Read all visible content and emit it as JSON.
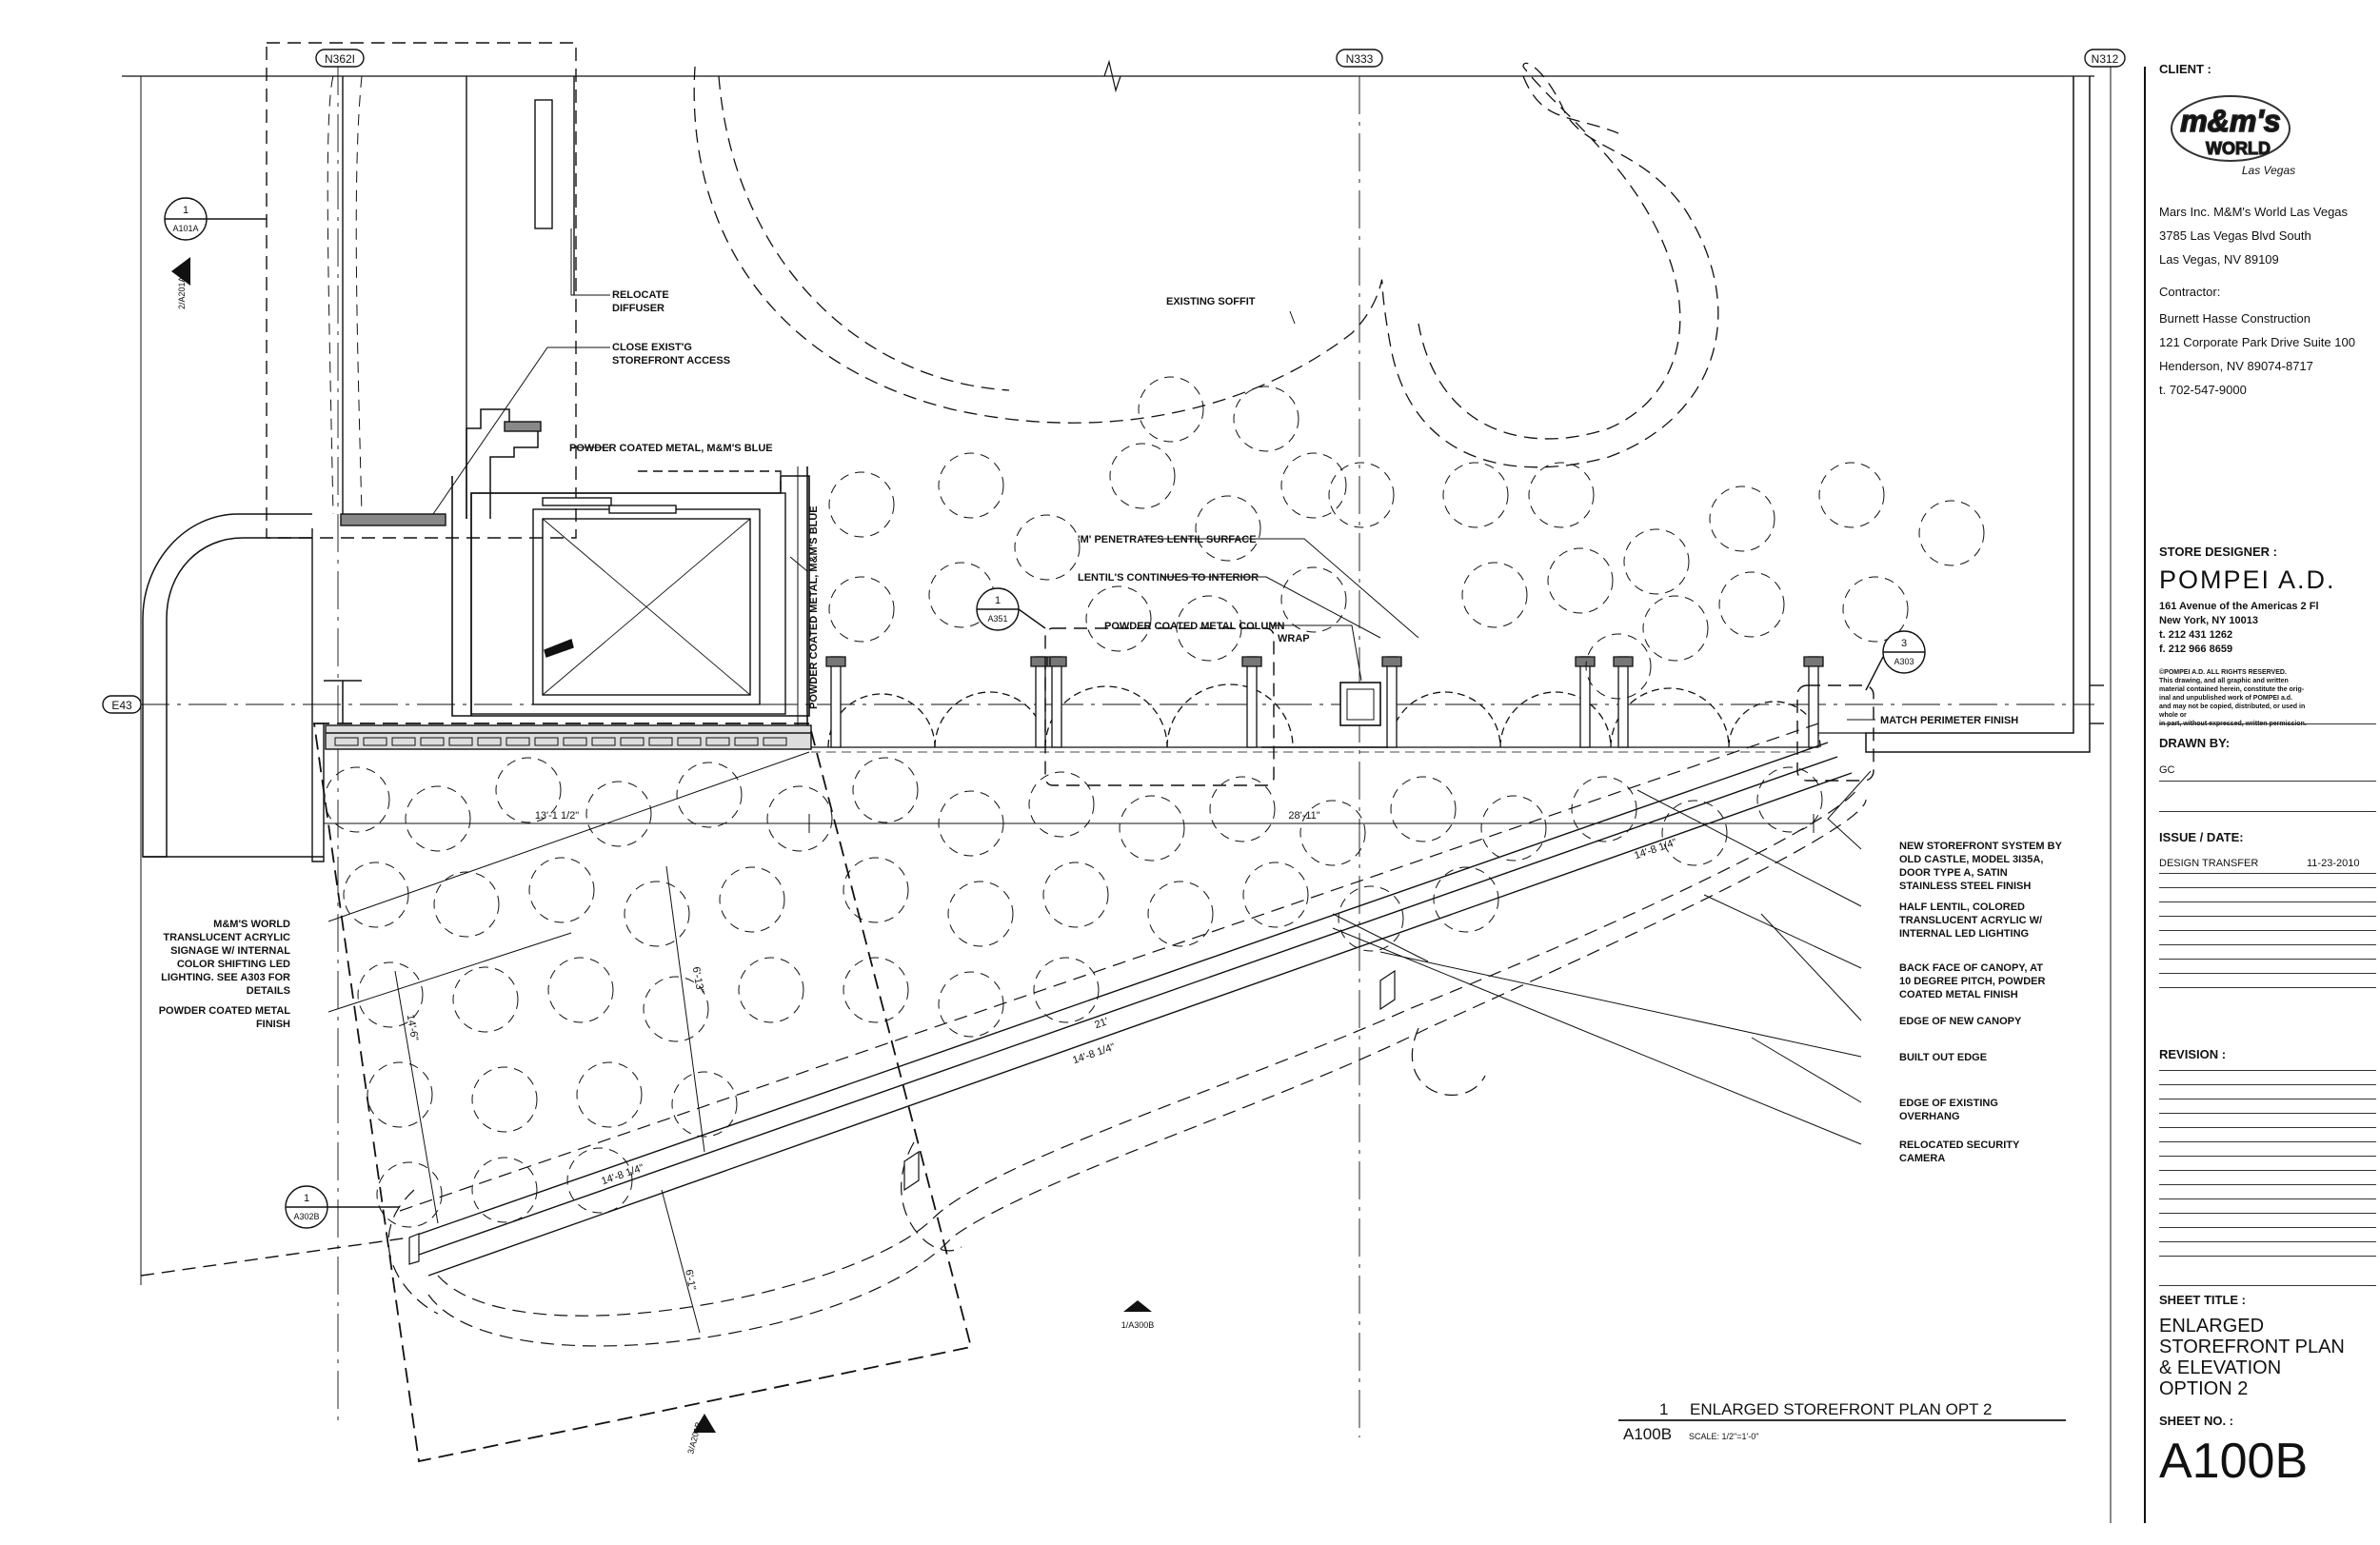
{
  "grid": {
    "a": "N362I",
    "b": "N333",
    "c": "N312",
    "row": "E43"
  },
  "callouts": [
    {
      "num": "1",
      "ref": "A101A"
    },
    {
      "num": "1",
      "ref": "A351"
    },
    {
      "num": "3",
      "ref": "A303"
    },
    {
      "num": "1",
      "ref": "A302B"
    }
  ],
  "section_marks": {
    "left": "2/A201A",
    "bottom": "1/A300B",
    "diag": "3/A201B"
  },
  "notes": {
    "relocate_diffuser": [
      "RELOCATE",
      "DIFFUSER"
    ],
    "close_storefront": [
      "CLOSE EXIST'G",
      "STOREFRONT ACCESS"
    ],
    "powder_blue": [
      "POWDER COATED METAL, M&M'S BLUE"
    ],
    "existing_soffit": [
      "EXISTING SOFFIT"
    ],
    "penetrates": [
      "'M' PENETRATES LENTIL SURFACE"
    ],
    "lentil_continues": [
      "LENTIL'S CONTINUES TO INTERIOR"
    ],
    "column": [
      "POWDER COATED METAL COLUMN",
      "WRAP"
    ],
    "match_perimeter": [
      "MATCH PERIMETER FINISH"
    ],
    "vertical_blue": "POWDER COATED METAL, M&M'S BLUE",
    "signage": [
      "M&M'S WORLD",
      "TRANSLUCENT ACRYLIC",
      "SIGNAGE W/ INTERNAL",
      "COLOR SHIFTING LED",
      "LIGHTING. SEE A303 FOR",
      "DETAILS"
    ],
    "powder_finish": [
      "POWDER COATED METAL",
      "FINISH"
    ],
    "new_storefront": [
      "NEW STOREFRONT SYSTEM BY",
      "OLD CASTLE, MODEL 3I35A,",
      "DOOR TYPE A, SATIN",
      "STAINLESS STEEL FINISH"
    ],
    "half_lentil": [
      "HALF LENTIL, COLORED",
      "TRANSLUCENT ACRYLIC W/",
      "INTERNAL LED LIGHTING"
    ],
    "back_face": [
      "BACK FACE OF CANOPY, AT",
      "10 DEGREE PITCH, POWDER",
      "COATED METAL FINISH"
    ],
    "edge_new": [
      "EDGE OF NEW CANOPY"
    ],
    "built_out": [
      "BUILT OUT EDGE"
    ],
    "edge_existing": [
      "EDGE OF EXISTING",
      "OVERHANG"
    ],
    "security": [
      "RELOCATED SECURITY",
      "CAMERA"
    ]
  },
  "dimensions": {
    "d1": "13'-1 1/2\"",
    "d2": "28'-11\"",
    "d3": "14'-8 1/4\"",
    "d4": "21'",
    "d5": "14'-8 1/4\"",
    "d6": "14'-8 1/4\"",
    "d7": "14'-6\"",
    "d8": "6'-13\"",
    "d9": "6'-1\""
  },
  "drawing_title": {
    "number": "1",
    "title": "ENLARGED STOREFRONT PLAN OPT 2",
    "sheet": "A100B",
    "scale": "SCALE: 1/2\"=1'-0\""
  },
  "title_block": {
    "client_label": "CLIENT :",
    "logo": {
      "main": "m&m's",
      "sub": "WORLD",
      "city": "Las Vegas"
    },
    "client_lines": [
      "Mars Inc. M&M's World Las Vegas",
      "3785 Las Vegas Blvd South",
      "Las Vegas, NV 89109"
    ],
    "contractor_label": "Contractor:",
    "contractor_lines": [
      "Burnett Hasse Construction",
      "121 Corporate Park Drive Suite 100",
      "Henderson, NV 89074-8717",
      "t. 702-547-9000"
    ],
    "designer_label": "STORE DESIGNER :",
    "designer_name": "POMPEI A.D.",
    "designer_lines": [
      "161 Avenue of the Americas 2 Fl",
      "New York, NY 10013",
      "t. 212 431 1262",
      "f. 212 966 8659"
    ],
    "copyright": [
      "©POMPEI A.D. ALL RIGHTS RESERVED.",
      "This drawing, and all graphic and written",
      "material contained herein, constitute the orig-",
      "inal and unpublished work of POMPEI a.d.",
      "and may not be copied, distributed, or used in whole or",
      "in part, without expressed, written permission."
    ],
    "drawn_label": "DRAWN BY:",
    "drawn_value": "GC",
    "issue_label": "ISSUE / DATE:",
    "issue_name": "DESIGN TRANSFER",
    "issue_date": "11-23-2010",
    "revision_label": "REVISION :",
    "sheet_title_label": "SHEET TITLE :",
    "sheet_title": [
      "ENLARGED",
      "STOREFRONT PLAN",
      "& ELEVATION",
      "OPTION 2"
    ],
    "sheet_no_label": "SHEET NO. :",
    "sheet_no": "A100B"
  }
}
